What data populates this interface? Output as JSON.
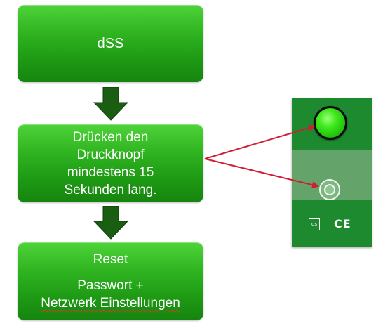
{
  "flow": {
    "step1": "dSS",
    "step2": [
      "Drücken den",
      "Druckknopf",
      "mindestens 15",
      "Sekunden lang."
    ],
    "step3_title": "Reset",
    "step3_lines": [
      "Passwort +",
      "Netzwerk Einstellungen"
    ]
  },
  "device": {
    "led_color": "#3fe81b",
    "body_color": "#1e8a2f",
    "ds_logo_text": "ds",
    "ce_mark": "CE"
  },
  "colors": {
    "box_green": "#30b521",
    "arrow_green": "#1a5e12",
    "pointer_red": "#d01c35"
  }
}
